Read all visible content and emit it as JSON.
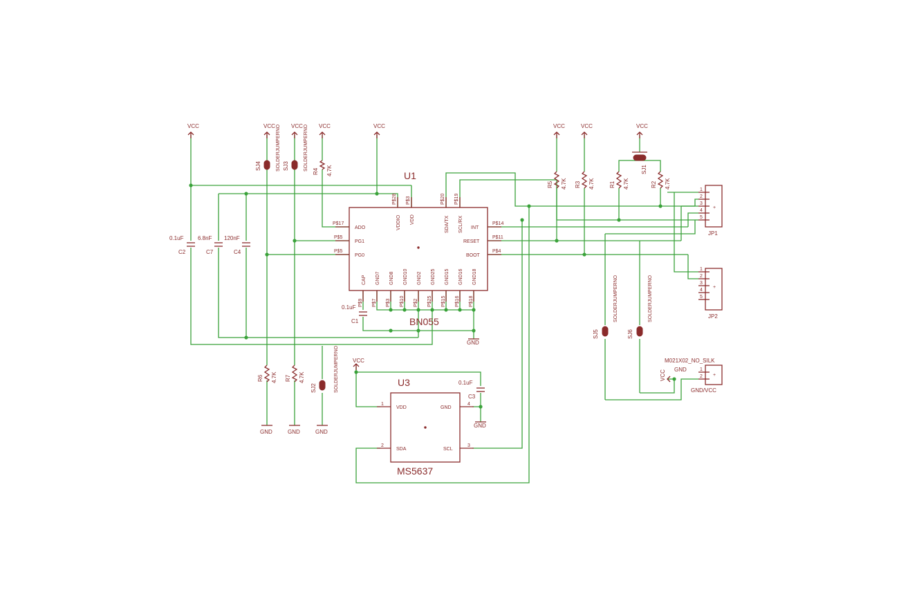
{
  "labels": {
    "vcc": "VCC",
    "gnd": "GND",
    "solder_jumper": "SOLDERJUMPERNO",
    "r_value": "4.7K"
  },
  "u1": {
    "ref": "U1",
    "name": "BN055",
    "pins_left": [
      "ADO",
      "PG1",
      "PG0"
    ],
    "pins_left_num": [
      "P$17",
      "P$5",
      "P$5"
    ],
    "pins_top": [
      "VDDIO",
      "VDD",
      "SDA/TX",
      "SCL/RX"
    ],
    "pins_top_num": [
      "P$28",
      "P$3",
      "P$20",
      "P$19"
    ],
    "pins_right": [
      "INT",
      "RESET",
      "BOOT"
    ],
    "pins_right_num": [
      "P$14",
      "P$11",
      "P$4"
    ],
    "pins_bottom": [
      "CAP",
      "GND7",
      "GND8",
      "GND10",
      "GND2",
      "GND25",
      "GND15",
      "GND16",
      "GND18"
    ],
    "pins_bottom_num": [
      "P$9",
      "P$7",
      "P$3",
      "P$10",
      "P$2",
      "P$25",
      "P$15",
      "P$16",
      "P$18"
    ]
  },
  "u3": {
    "ref": "U3",
    "name": "MS5637",
    "pins": [
      "VDD",
      "GND",
      "SDA",
      "SCL"
    ],
    "pin_nums": [
      "1",
      "4",
      "2",
      "3"
    ]
  },
  "capacitors": [
    {
      "ref": "C2",
      "value": "0.1uF"
    },
    {
      "ref": "C7",
      "value": "6.8nF"
    },
    {
      "ref": "C4",
      "value": "120nF"
    },
    {
      "ref": "C1",
      "value": "0.1uF"
    },
    {
      "ref": "C3",
      "value": "0.1uF"
    }
  ],
  "resistors": [
    "R4",
    "R5",
    "R3",
    "R1",
    "R2",
    "R6",
    "R7"
  ],
  "jumpers": [
    "SJ4",
    "SJ3",
    "SJ1",
    "SJ2",
    "SJ5",
    "SJ6"
  ],
  "connectors": {
    "jp1": "JP1",
    "jp2": "JP2",
    "jp1_pins": [
      "1",
      "2",
      "3",
      "4",
      "5"
    ],
    "jp2_pins": [
      "1",
      "2",
      "3",
      "4",
      "5"
    ],
    "m02": "M021X02_NO_SILK",
    "m02_pins": [
      "1",
      "2"
    ],
    "m02_net_gnd": "GND",
    "m02_net_vcc": "VCC",
    "m02_label": "GND/VCC"
  }
}
